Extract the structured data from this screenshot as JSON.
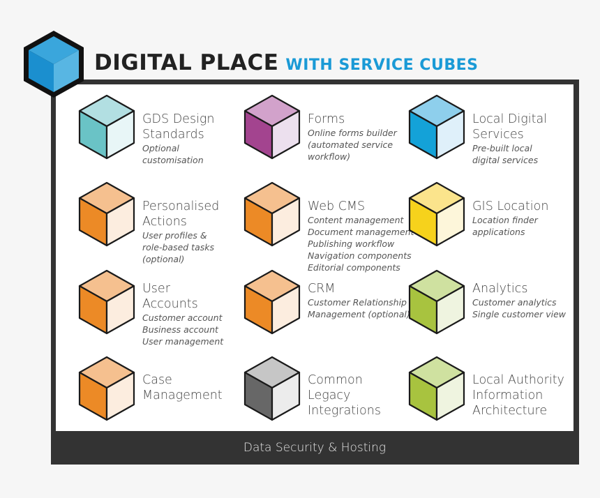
{
  "header": {
    "title_main": "DIGITAL PLACE",
    "title_sub": "WITH SERVICE CUBES",
    "logo_icon": "blue-cube-icon"
  },
  "footer": {
    "label": "Data Security & Hosting"
  },
  "colors": {
    "title_accent": "#1a9ad6",
    "frame": "#333333",
    "logo_top": "#3aa6dc",
    "logo_left": "#1b8fcf",
    "logo_right": "#58b6e3"
  },
  "cubes": [
    {
      "name": "GDS Design\nStandards",
      "desc": "Optional\ncustomisation",
      "top": "#b2dfe2",
      "left": "#6ac3c6",
      "right": "#e8f6f7"
    },
    {
      "name": "Forms",
      "desc": "Online forms builder\n(automated service\n workflow)",
      "top": "#d2a2cb",
      "left": "#a3448f",
      "right": "#ece0ee"
    },
    {
      "name": "Local Digital\nServices",
      "desc": "Pre-built local\ndigital services",
      "top": "#8ecfec",
      "left": "#14a2d8",
      "right": "#dff0fa"
    },
    {
      "name": "Personalised\nActions",
      "desc": "User profiles &\nrole-based tasks\n(optional)",
      "top": "#f5c08f",
      "left": "#ec8a26",
      "right": "#fceddf"
    },
    {
      "name": "Web CMS",
      "desc": "Content management\nDocument management\nPublishing workflow\nNavigation components\nEditorial components",
      "top": "#f5c08f",
      "left": "#ec8a26",
      "right": "#fceddf"
    },
    {
      "name": "GIS Location",
      "desc": "Location finder\napplications",
      "top": "#fbe48c",
      "left": "#f6d21c",
      "right": "#fdf6da"
    },
    {
      "name": "User\nAccounts",
      "desc": "Customer account\nBusiness account\nUser management",
      "top": "#f5c08f",
      "left": "#ec8a26",
      "right": "#fceddf"
    },
    {
      "name": "CRM",
      "desc": "Customer Relationship\nManagement (optional)",
      "top": "#f5c08f",
      "left": "#ec8a26",
      "right": "#fceddf"
    },
    {
      "name": "Analytics",
      "desc": "Customer analytics\nSingle customer view",
      "top": "#cfe1a0",
      "left": "#a8c33f",
      "right": "#eff4e0"
    },
    {
      "name": "Case\nManagement",
      "desc": "",
      "top": "#f5c08f",
      "left": "#ec8a26",
      "right": "#fceddf"
    },
    {
      "name": "Common\nLegacy\nIntegrations",
      "desc": "",
      "top": "#c6c6c6",
      "left": "#676767",
      "right": "#ececec"
    },
    {
      "name": "Local Authority\nInformation\nArchitecture",
      "desc": "",
      "top": "#cfe1a0",
      "left": "#a8c33f",
      "right": "#eff4e0"
    }
  ]
}
